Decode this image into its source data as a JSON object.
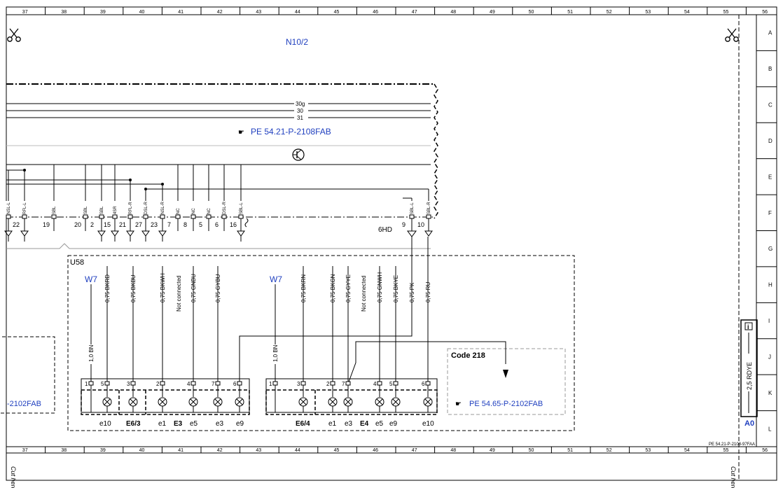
{
  "frame": {
    "col_numbers": [
      "37",
      "38",
      "39",
      "40",
      "41",
      "42",
      "43",
      "44",
      "45",
      "46",
      "47",
      "48",
      "49",
      "50",
      "51",
      "52",
      "53",
      "54",
      "55",
      "56"
    ],
    "row_letters": [
      "A",
      "B",
      "C",
      "D",
      "E",
      "F",
      "G",
      "H",
      "I",
      "J",
      "K",
      "L"
    ],
    "cut_label": "Cut here",
    "footer_ref": "PE 54.21-P-2108-97FAA"
  },
  "diagram": {
    "module_label": "N10/2",
    "ref_upper": "PE 54.21-P-2108FAB",
    "ref_right": "PE 54.65-P-2102FAB",
    "ref_left_partial": "-2102FAB",
    "bus_lines": [
      "30g",
      "30",
      "31"
    ],
    "upper_wire_labels": [
      "NSL-L",
      "RFL-L",
      "SBL",
      "SBL",
      "SBL",
      "4SR",
      "RFL-R",
      "DSL-R",
      "NSL-R",
      "NC",
      "NC",
      "NC",
      "DSL-R",
      "SBL-L",
      "SBL-R"
    ],
    "upper_pins": [
      "22",
      "19",
      "20",
      "2",
      "15",
      "21",
      "27",
      "23",
      "7",
      "8",
      "5",
      "6",
      "16",
      "9",
      "10"
    ],
    "ground_label": "6HD",
    "connector_label": "U58",
    "left_group_wires": [
      "0,75 BKRD",
      "0,75 BKBU",
      "0,75 BKWH",
      "Not connected",
      "0,75 GNBU",
      "0,75 GYBU"
    ],
    "right_group_wires": [
      "0,75 BKRN",
      "0,75 BKGN",
      "0,75 GYYE",
      "Not connected",
      "0,75 GNWH",
      "0,75 BKYE",
      "0,75 PK",
      "0,75 RU"
    ],
    "w7_label": "W7",
    "ground_wire": "1,0 BN",
    "left_pins": [
      "1",
      "5",
      "3",
      "2",
      "4",
      "7",
      "6"
    ],
    "right_pins": [
      "1",
      "3",
      "2",
      "7",
      "4",
      "5",
      "6"
    ],
    "left_lamp_labels": [
      "e10",
      "E6/3",
      "e1",
      "E3",
      "e5",
      "e3",
      "e9"
    ],
    "right_lamp_labels": [
      "E6/4",
      "e1",
      "e3",
      "E4",
      "e5",
      "e9",
      "e10"
    ],
    "code_label": "Code 218",
    "side_box_wire": "2,5 RDYE",
    "side_box_label": "A0",
    "info_icon": "info-icon"
  }
}
